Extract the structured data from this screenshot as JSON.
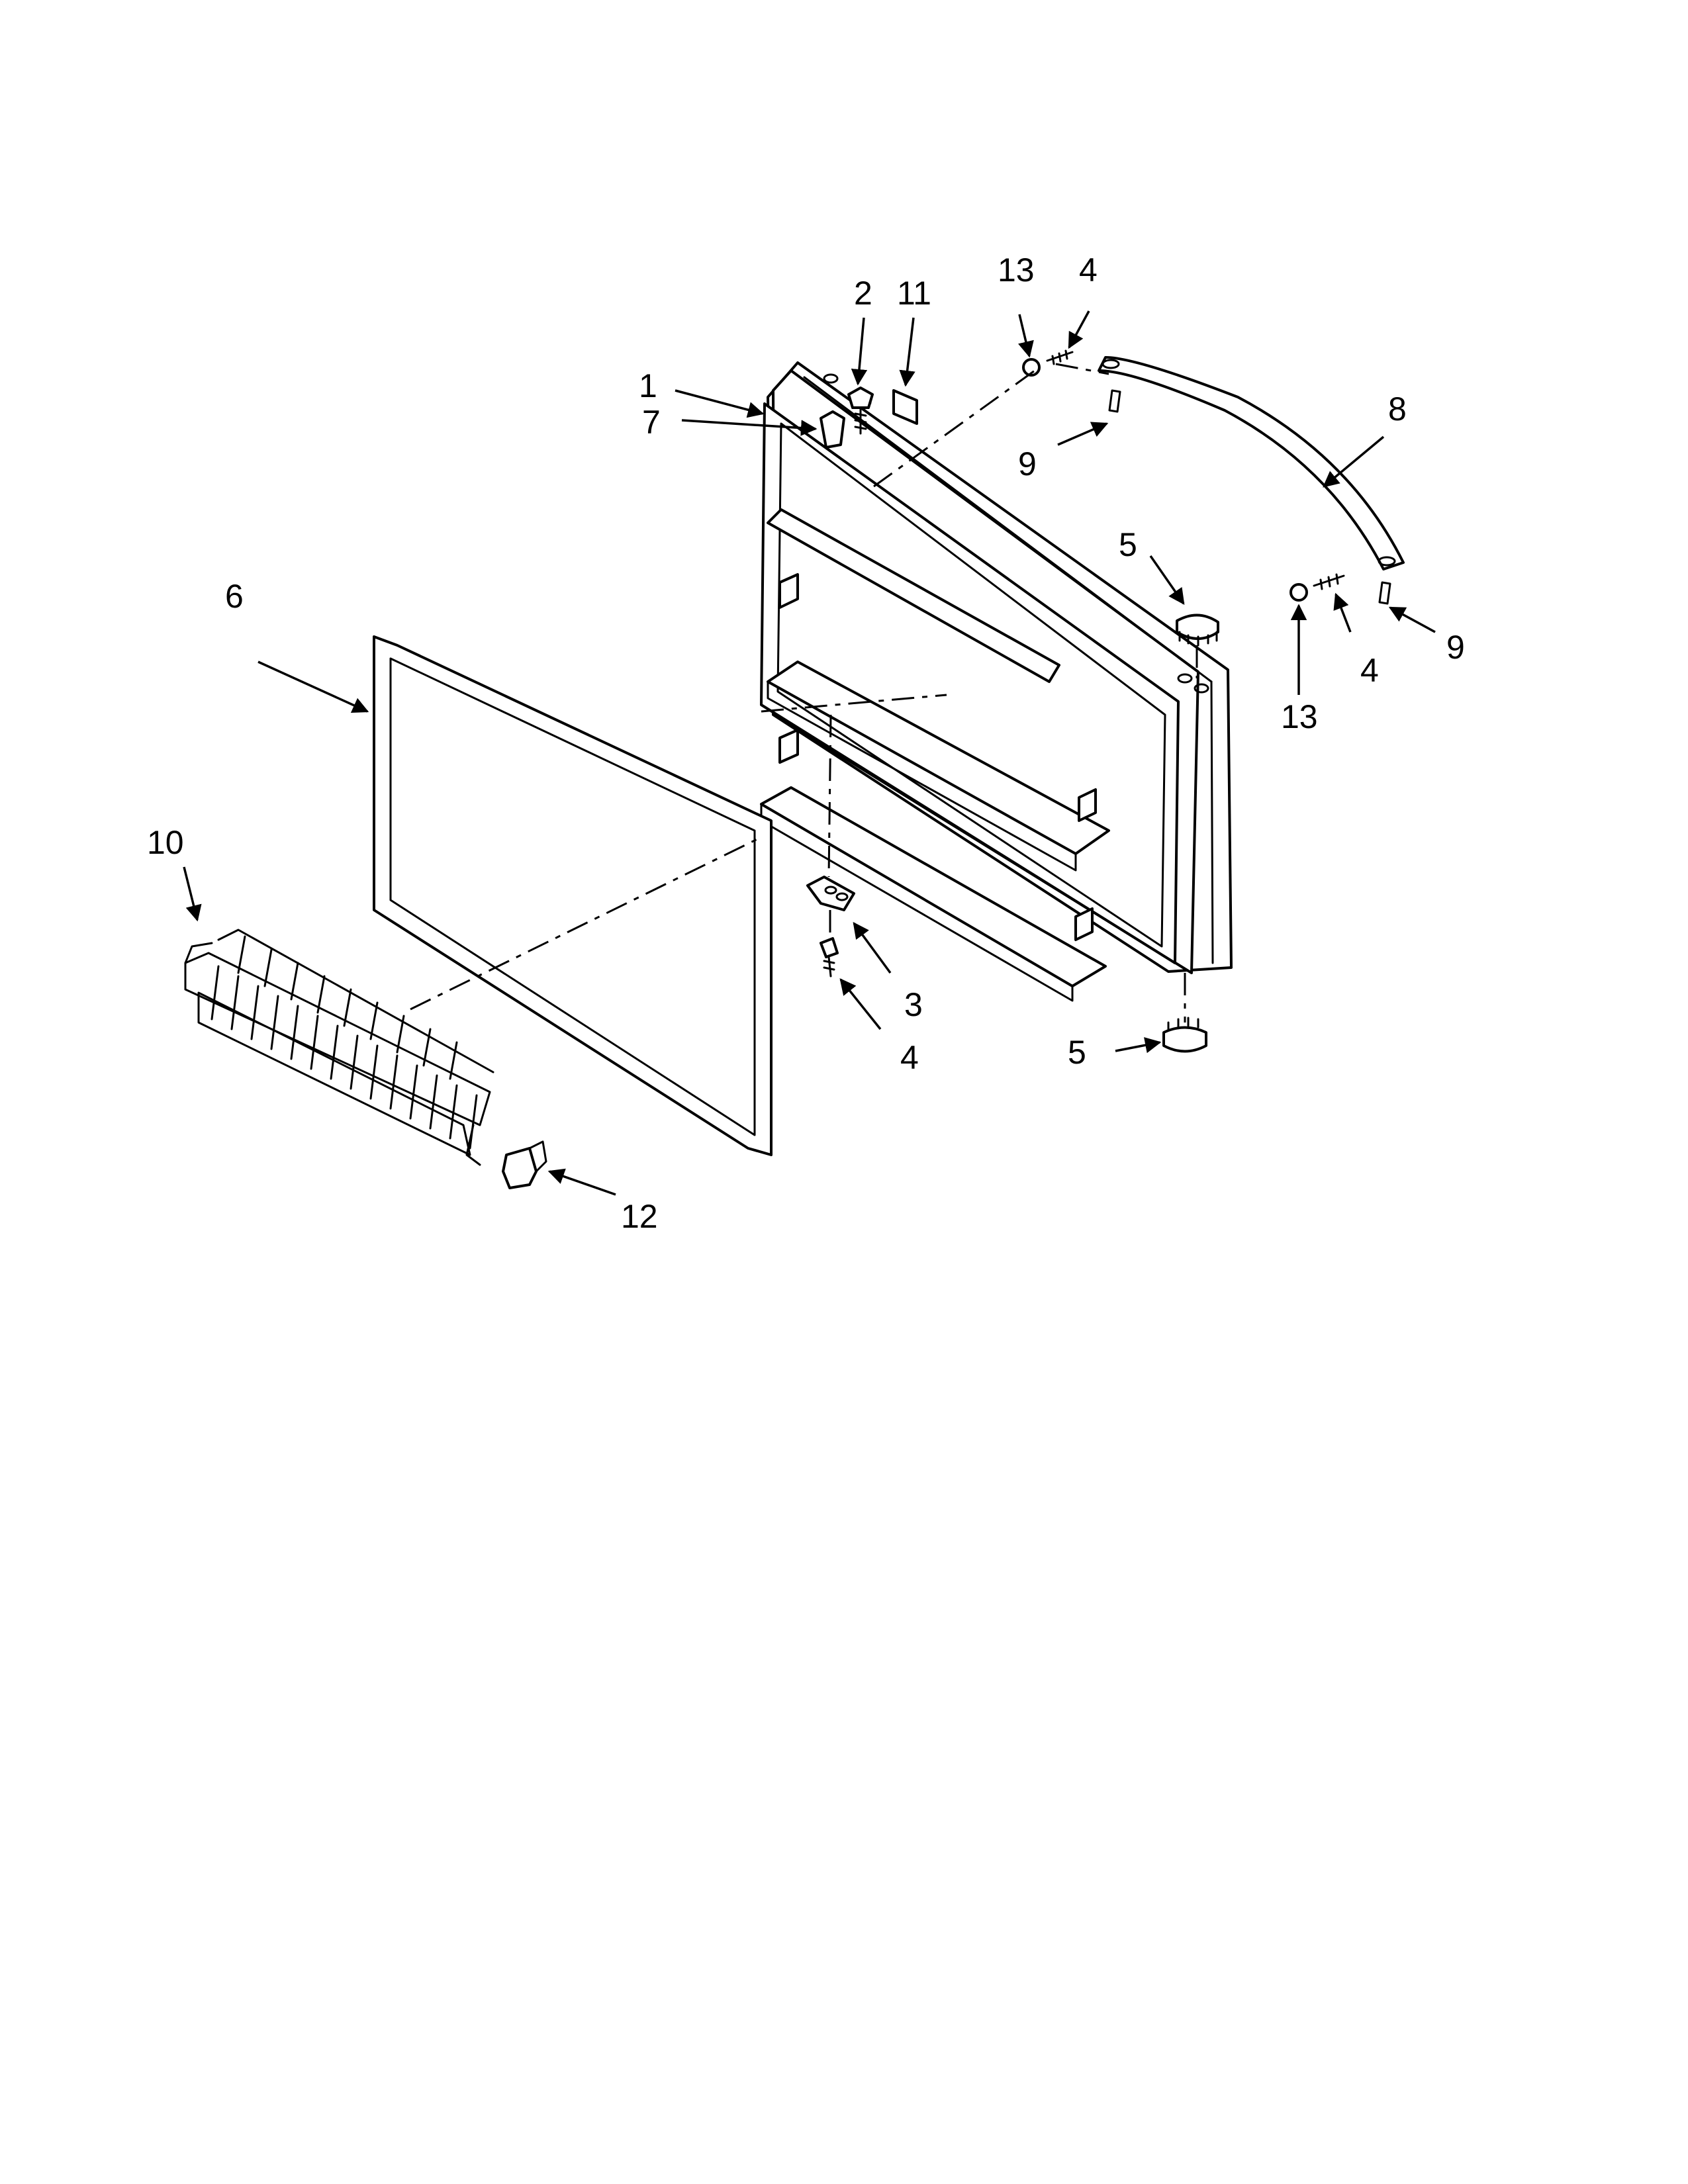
{
  "callouts": {
    "c1": "1",
    "c2": "2",
    "c3": "3",
    "c4_top": "4",
    "c4_mid": "4",
    "c4_low": "4",
    "c5_top": "5",
    "c5_low": "5",
    "c6": "6",
    "c7": "7",
    "c8": "8",
    "c9_top": "9",
    "c9_low": "9",
    "c10": "10",
    "c11": "11",
    "c12": "12",
    "c13_top": "13",
    "c13_low": "13"
  }
}
